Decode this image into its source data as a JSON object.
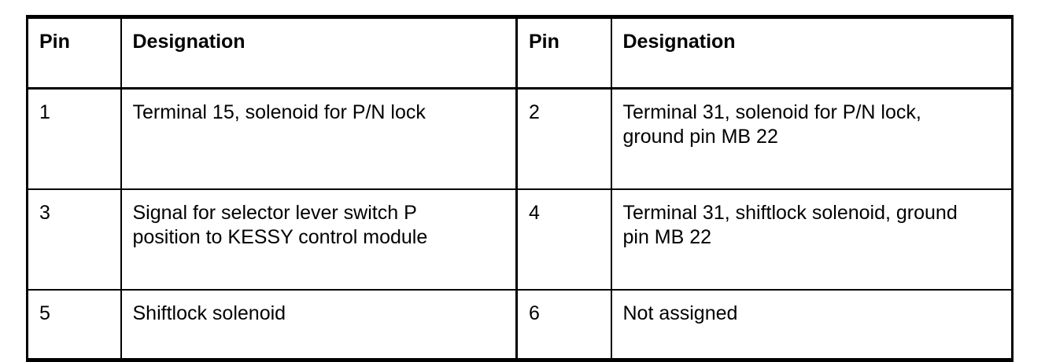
{
  "table": {
    "name": "pin-assignment-table",
    "columns": [
      "Pin",
      "Designation",
      "Pin",
      "Designation"
    ],
    "headers": {
      "pin_left": "Pin",
      "designation_left": "Designation",
      "pin_right": "Pin",
      "designation_right": "Designation"
    },
    "rows": [
      {
        "pin_left": "1",
        "designation_left": "Terminal 15, solenoid for P/N lock",
        "pin_right": "2",
        "designation_right": "Terminal 31, solenoid for P/N lock,\nground pin MB 22"
      },
      {
        "pin_left": "3",
        "designation_left": "Signal for selector lever switch P\nposition to KESSY control module",
        "pin_right": "4",
        "designation_right": "Terminal 31, shiftlock solenoid, ground\npin MB 22"
      },
      {
        "pin_left": "5",
        "designation_left": "Shiftlock solenoid",
        "pin_right": "6",
        "designation_right": "Not assigned"
      }
    ]
  },
  "colors": {
    "background": "#ffffff",
    "text": "#000000",
    "border": "#000000"
  }
}
